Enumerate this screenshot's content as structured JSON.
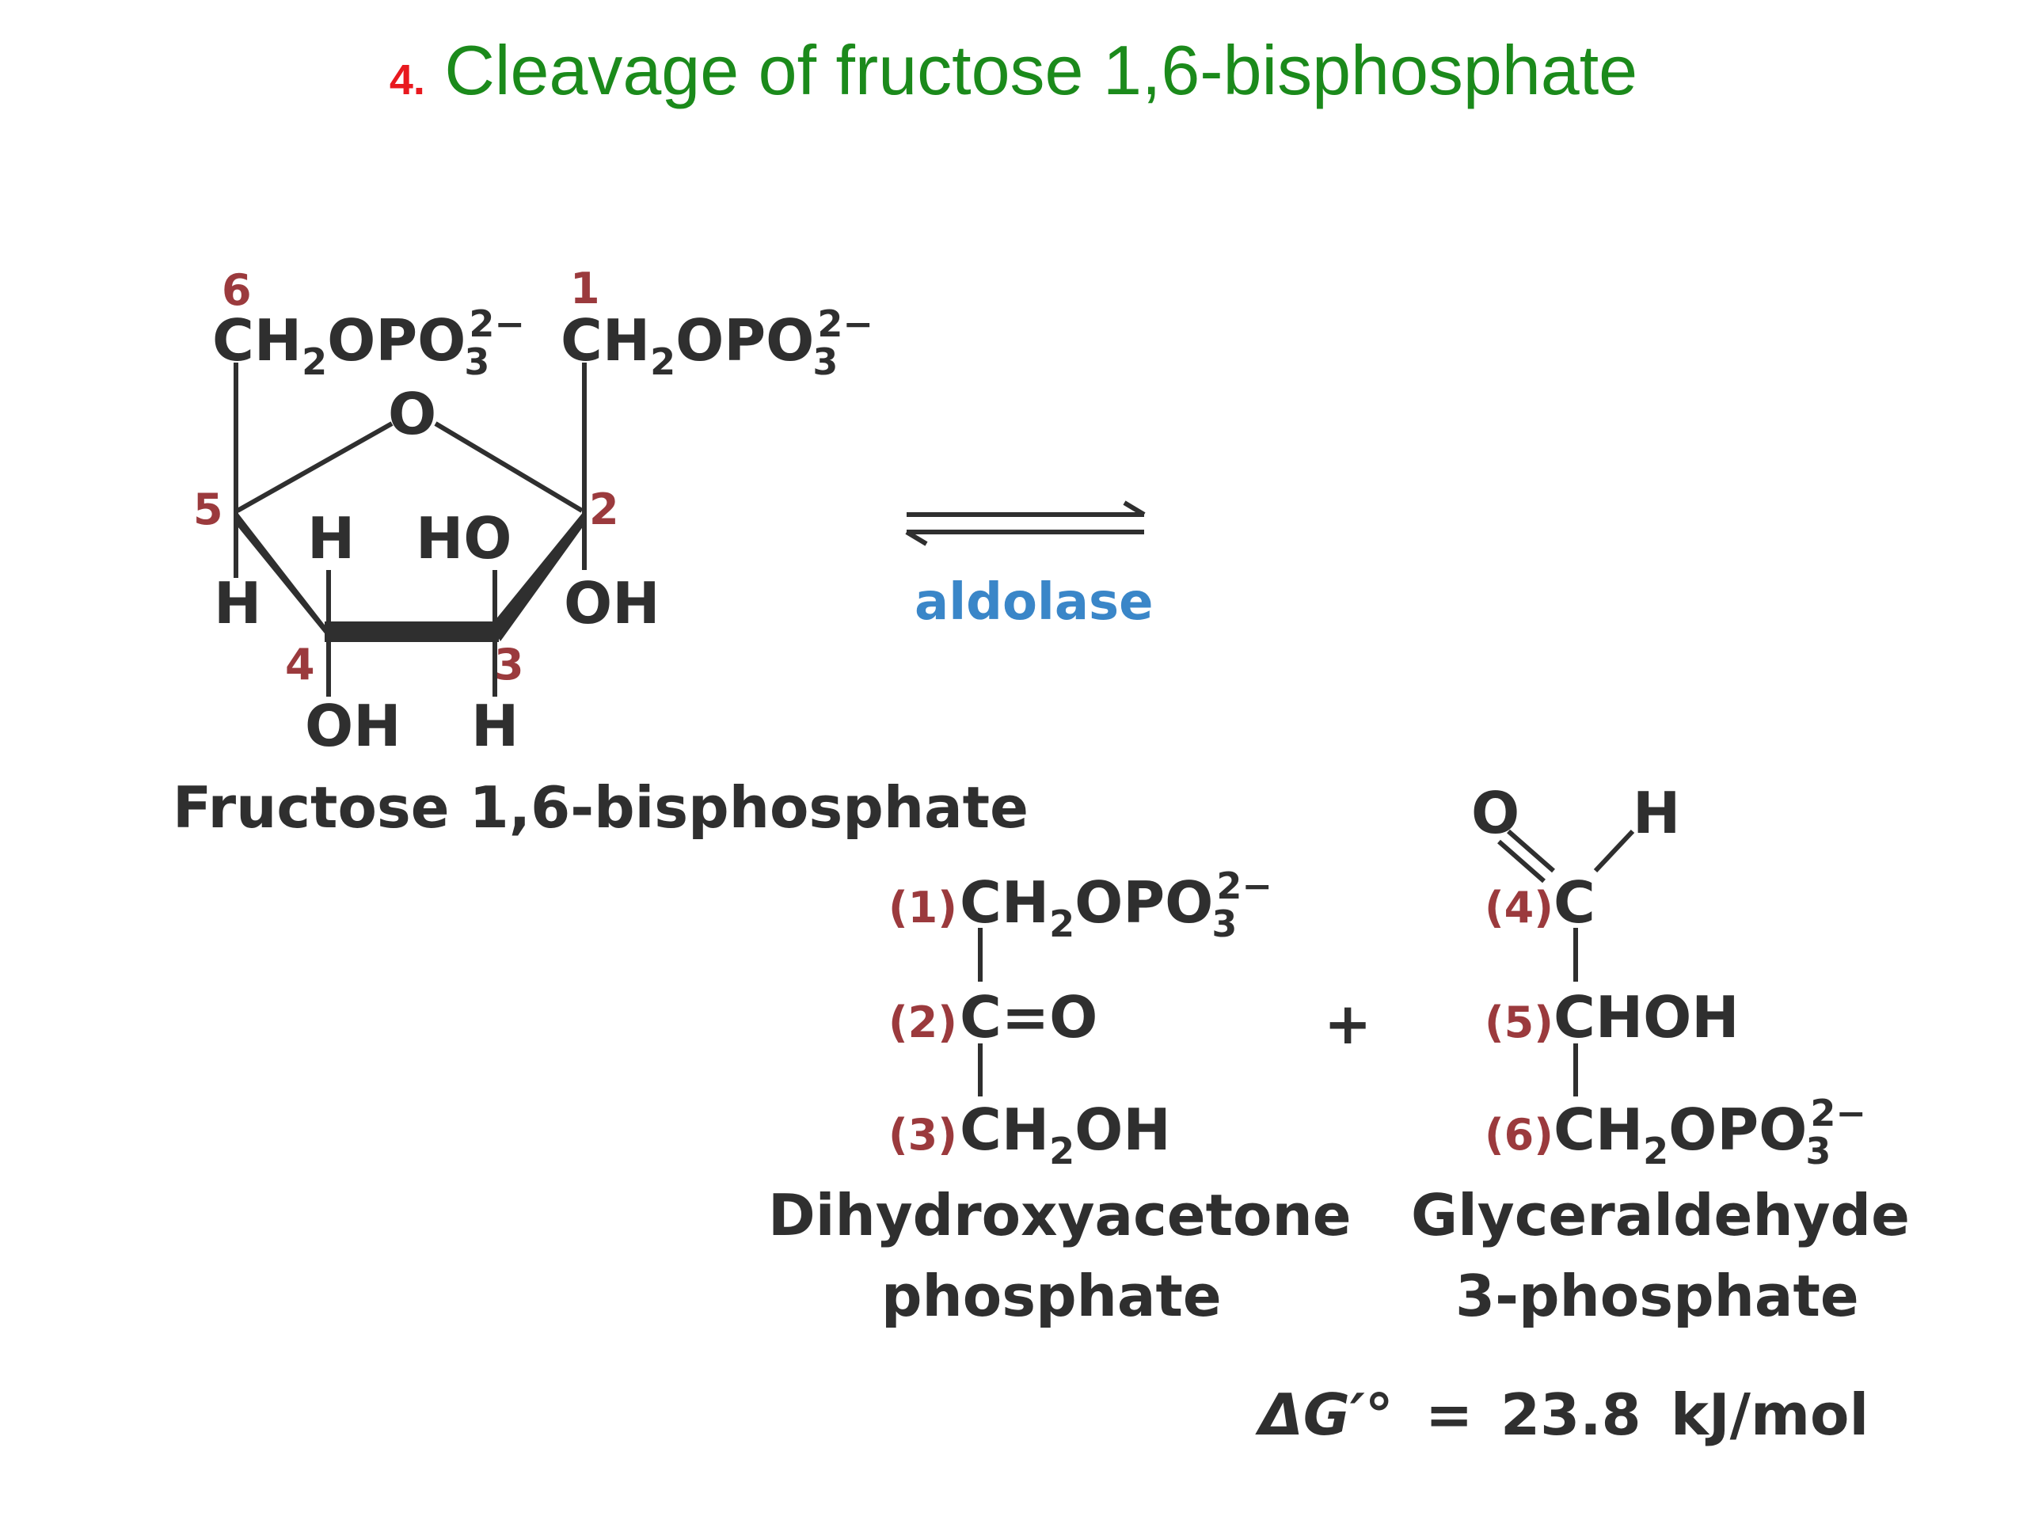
{
  "slide": {
    "title_number": "4.",
    "title_text": "Cleavage of fructose 1,6-bisphosphate"
  },
  "reactant": {
    "name": "Fructose 1,6-bisphosphate",
    "carbon_numbers": [
      "6",
      "1",
      "5",
      "2",
      "4",
      "3"
    ],
    "left_group": "CH2OPO32−",
    "right_group": "CH2OPO32−",
    "ring_oxygen": "O",
    "substituents": [
      "H",
      "HO",
      "H",
      "OH",
      "OH",
      "H"
    ]
  },
  "enzyme": {
    "name": "aldolase"
  },
  "plus_sign": "+",
  "product_1": {
    "name_line1": "Dihydroxyacetone",
    "name_line2": "phosphate",
    "rows": [
      {
        "num": "(1)",
        "group": "CH2OPO32−"
      },
      {
        "num": "(2)",
        "group": "C=O"
      },
      {
        "num": "(3)",
        "group": "CH2OH"
      }
    ]
  },
  "product_2": {
    "name_line1": "Glyceraldehyde",
    "name_line2": "3-phosphate",
    "aldehyde_O": "O",
    "aldehyde_H": "H",
    "rows": [
      {
        "num": "(4)",
        "group": "C"
      },
      {
        "num": "(5)",
        "group": "CHOH"
      },
      {
        "num": "(6)",
        "group": "CH2OPO32−"
      }
    ]
  },
  "free_energy": {
    "symbol": "ΔG′°",
    "equals": "=",
    "value": "23.8",
    "unit": "kJ/mol"
  },
  "colors": {
    "title_number": "#e8191f",
    "title_text": "#1b8a1b",
    "carbon_numbers": "#9b3a3d",
    "enzyme": "#3a86c8",
    "structure": "#2f2f2f"
  }
}
